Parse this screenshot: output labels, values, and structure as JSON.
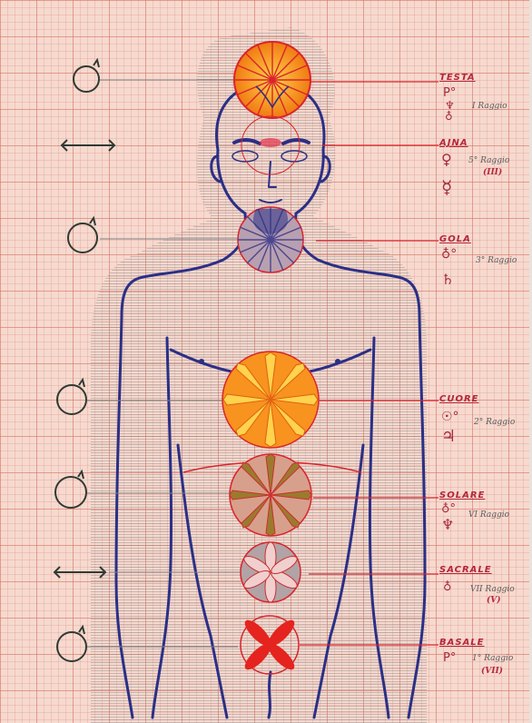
{
  "centers": [
    {
      "id": "testa",
      "label": "TESTA",
      "symbols": [
        "P°",
        "♆",
        "♁"
      ],
      "ray": "I Raggio",
      "sub": ""
    },
    {
      "id": "ajna",
      "label": "AJNA",
      "symbols": [
        "♀",
        "☿"
      ],
      "ray": "5° Raggio",
      "sub": "(III)"
    },
    {
      "id": "gola",
      "label": "GOLA",
      "symbols": [
        "♁°",
        "♄"
      ],
      "ray": "3° Raggio",
      "sub": ""
    },
    {
      "id": "cuore",
      "label": "CUORE",
      "symbols": [
        "☉°",
        "♃"
      ],
      "ray": "2° Raggio",
      "sub": ""
    },
    {
      "id": "solare",
      "label": "SOLARE",
      "symbols": [
        "♁°",
        "♆"
      ],
      "ray": "VI Raggio",
      "sub": ""
    },
    {
      "id": "sacrale",
      "label": "SACRALE",
      "symbols": [
        "♁"
      ],
      "ray": "VII Raggio",
      "sub": "(V)"
    },
    {
      "id": "basale",
      "label": "BASALE",
      "symbols": [
        "P°"
      ],
      "ray": "1° Raggio",
      "sub": "(VII)"
    }
  ],
  "colors": {
    "outline": "#2b2f86",
    "red": "#d9242c",
    "orange": "#f28a1e",
    "shadow": "#8d8d8d"
  }
}
